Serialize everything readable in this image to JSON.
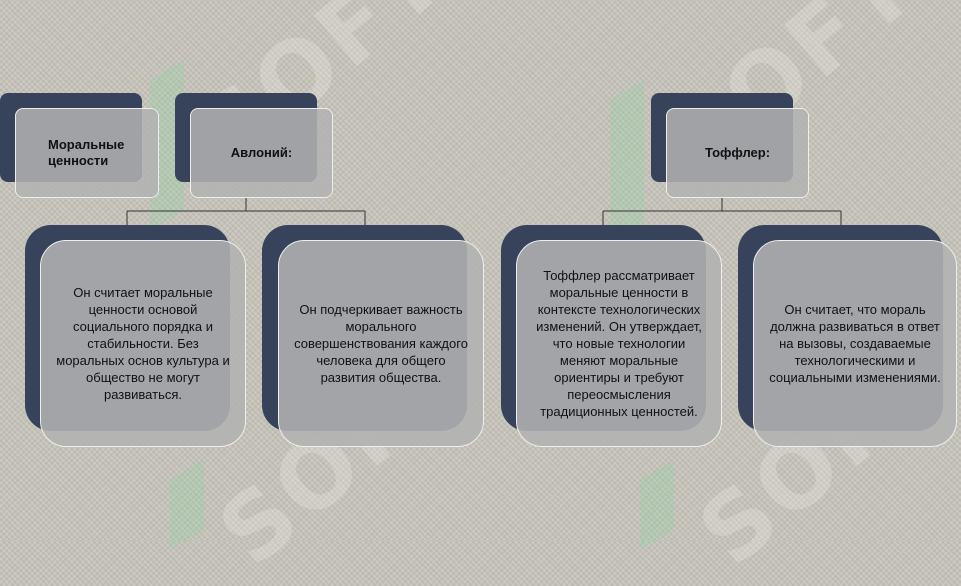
{
  "left_group": {
    "label_box": "Моральные\nценности",
    "head": "Авлоний:",
    "left_text": "Он считает моральные ценности основой социального порядка и стабильности. Без моральных основ культура и общество не могут развиваться.",
    "right_text": "Он подчеркивает важность морального совершенствования каждого человека для общего развития общества."
  },
  "right_group": {
    "head": "Тоффлер:",
    "left_text": "Тоффлер рассматривает моральные ценности в контексте технологических изменений. Он утверждает, что новые технологии меняют моральные ориентиры и требуют переосмысления традиционных ценностей.",
    "right_text": "Он считает, что мораль должна развиваться в ответ на вызовы, создаваемые технологическими и социальными изменениями."
  },
  "watermark": {
    "text": "SOFT",
    "color": "#78dc96"
  },
  "colors": {
    "shadow": "#36435a",
    "box_fill": "#b2b2b2",
    "box_border": "#eeeeee",
    "background": "#c9c6bd"
  }
}
